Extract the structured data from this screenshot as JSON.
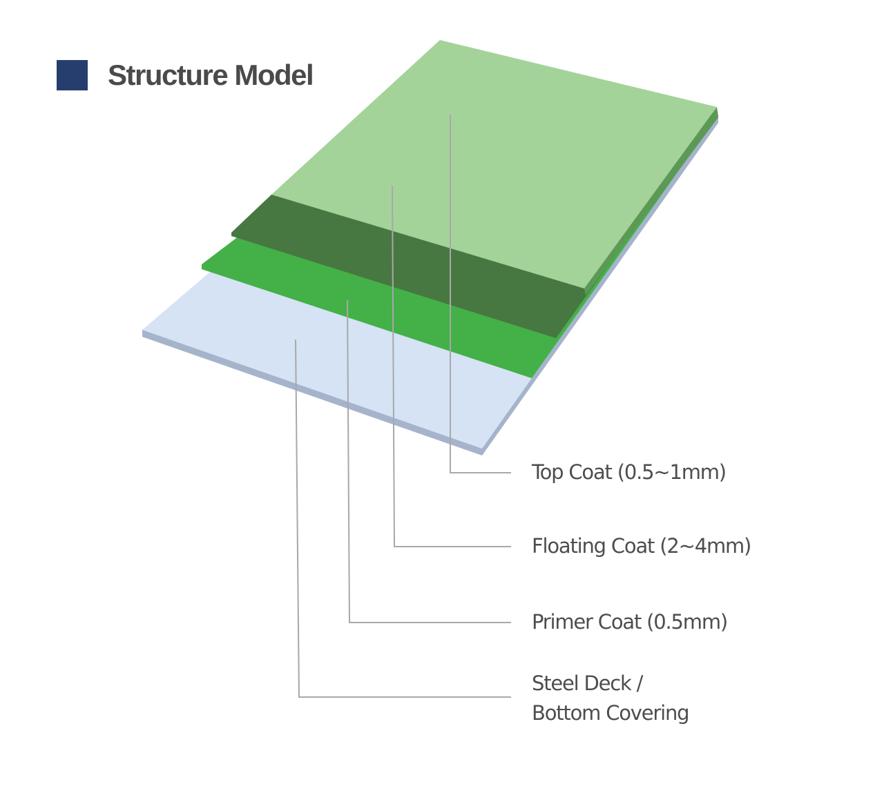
{
  "header": {
    "title": "Structure Model"
  },
  "colors": {
    "header_square": "#263e6e",
    "top_coat": "#a4d39a",
    "floating_coat": "#477841",
    "primer_coat": "#44b048",
    "steel_deck": "#d5e3f4",
    "steel_deck_edge": "#a5b4cb",
    "leader_line": "#a8a8a8"
  },
  "layers": [
    {
      "label_line1": "Top Coat (0.5~1mm)",
      "label_line2": ""
    },
    {
      "label_line1": "Floating Coat (2~4mm)",
      "label_line2": ""
    },
    {
      "label_line1": "Primer Coat (0.5mm)",
      "label_line2": ""
    },
    {
      "label_line1": "Steel Deck /",
      "label_line2": "Bottom Covering"
    }
  ]
}
